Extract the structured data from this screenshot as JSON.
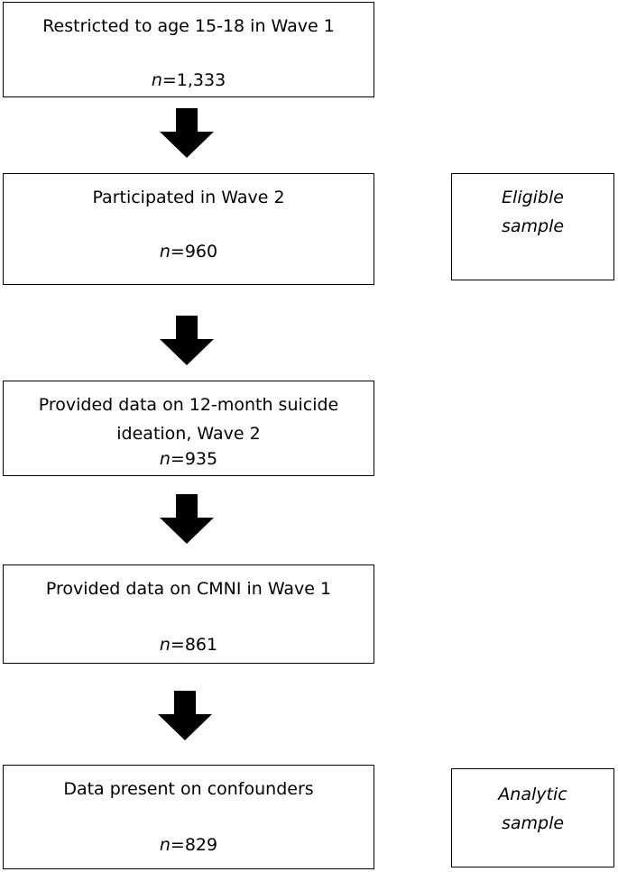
{
  "steps": [
    {
      "text": "Restricted to age 15-18 in Wave 1",
      "n_label": "n",
      "n_value": "=1,333"
    },
    {
      "text": "Participated in Wave 2",
      "n_label": "n",
      "n_value": "=960"
    },
    {
      "text_line1": "Provided data on 12-month suicide",
      "text_line2": "ideation, Wave 2",
      "n_label": "n",
      "n_value": "=935"
    },
    {
      "text": "Provided data on CMNI in Wave 1",
      "n_label": "n",
      "n_value": "=861"
    },
    {
      "text": "Data present on confounders",
      "n_label": "n",
      "n_value": "=829"
    }
  ],
  "side_labels": {
    "eligible": {
      "line1": "Eligible",
      "line2": "sample"
    },
    "analytic": {
      "line1": "Analytic",
      "line2": "sample"
    }
  },
  "colors": {
    "border": "#000000",
    "arrow": "#000000",
    "background": "#ffffff"
  }
}
